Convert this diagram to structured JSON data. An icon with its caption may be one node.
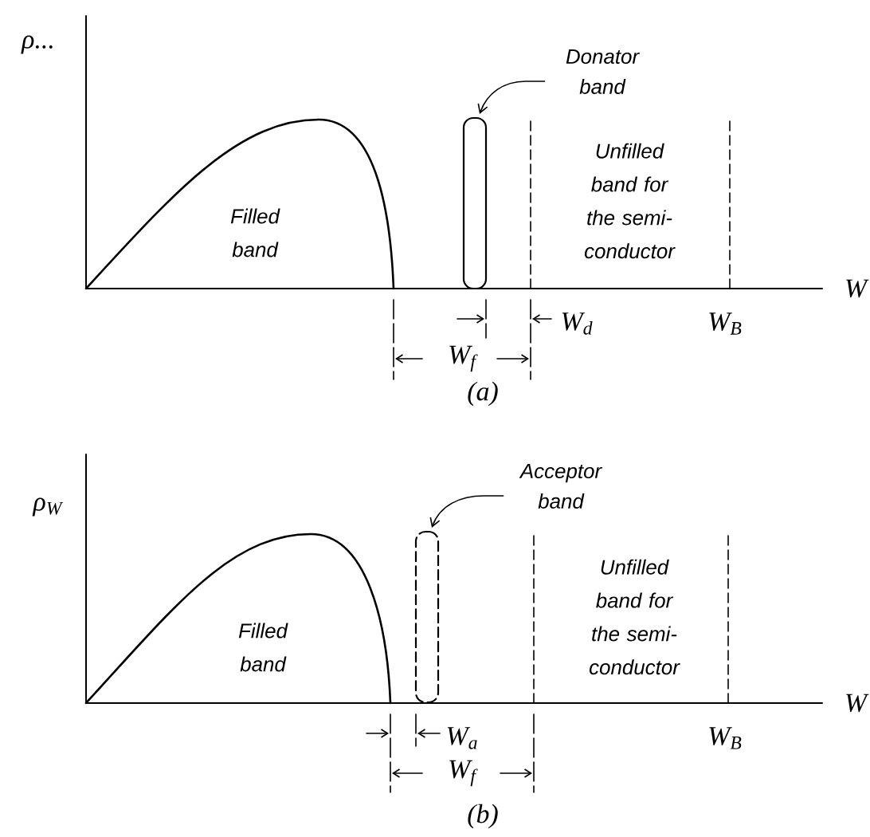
{
  "diagram": {
    "nodes": [
      {
        "text": [
          "Donator band"
        ]
      },
      {
        "text": [],
        "shape": "bar"
      },
      {
        "text": [
          "Acceptor band"
        ]
      },
      {
        "text": [],
        "shape": "bar"
      }
    ],
    "edges": [
      {
        "from": 0,
        "to": 1,
        "arrow": "to"
      },
      {
        "from": 2,
        "to": 3,
        "arrow": "to"
      }
    ],
    "labels": [
      "ρ...",
      "W",
      "Filled band",
      "Unfilled band for the semi-conductor",
      "W$_{d}$",
      "W$_{B}$",
      "W$_{f}$",
      "(a)",
      "ρ$_{W}$",
      "W",
      "Filled band",
      "Unfilled band for the semi-conductor",
      "W$_{a}$",
      "W$_{B}$",
      "W$_{f}$",
      "(b)"
    ]
  }
}
